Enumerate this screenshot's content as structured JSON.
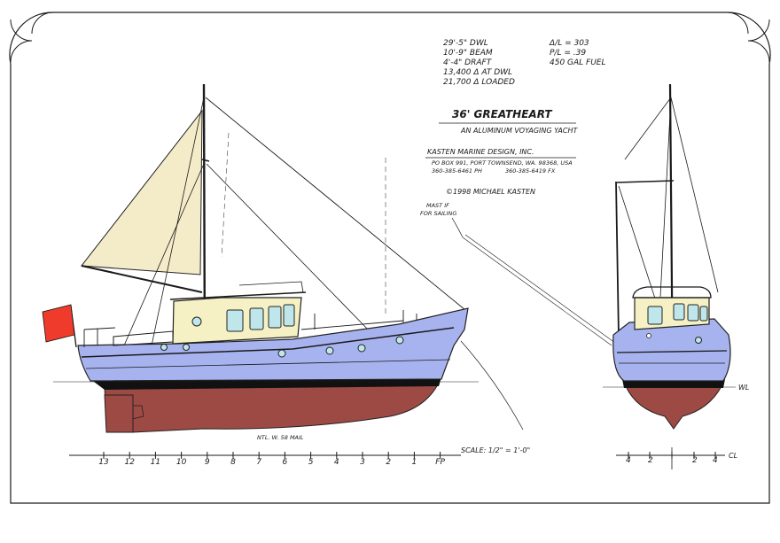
{
  "specs_left": [
    "29'-5\" DWL",
    "10'-9\" BEAM",
    "4'-4\" DRAFT",
    "13,400 Δ AT DWL",
    "21,700 Δ LOADED"
  ],
  "specs_right": [
    "Δ/L = 303",
    "P/L = .39",
    "450 GAL FUEL"
  ],
  "title": "36' GREATHEART",
  "subtitle": "AN ALUMINUM VOYAGING YACHT",
  "designer": {
    "name": "KASTEN MARINE DESIGN, INC.",
    "address": "PO BOX 991, PORT TOWNSEND, WA. 98368, USA",
    "phone": "360-385-6461 PH",
    "fax": "360-385-6419 FX"
  },
  "copyright": "©1998 MICHAEL KASTEN",
  "mast_note_1": "MAST IF",
  "mast_note_2": "FOR SAILING",
  "scale_label": "SCALE: 1/2\" = 1'-0\"",
  "hull_note": "NTL. W. 58 MAIL",
  "station_labels": [
    "13",
    "12",
    "11",
    "10",
    "9",
    "8",
    "7",
    "6",
    "5",
    "4",
    "3",
    "2",
    "1",
    "FP"
  ],
  "waterline_label": "WL",
  "centerline_label": "CL",
  "section_labels": [
    "4",
    "2",
    "2",
    "4"
  ],
  "colors": {
    "hull_topside": "#a7b3ef",
    "bottom_paint": "#9e4a44",
    "boot_stripe": "#111111",
    "cabin": "#f6f1c4",
    "sail": "#f4ebc9",
    "flag": "#ef3b2c",
    "windows": "#bfe6ea"
  },
  "icons": [
    "flag-icon"
  ]
}
